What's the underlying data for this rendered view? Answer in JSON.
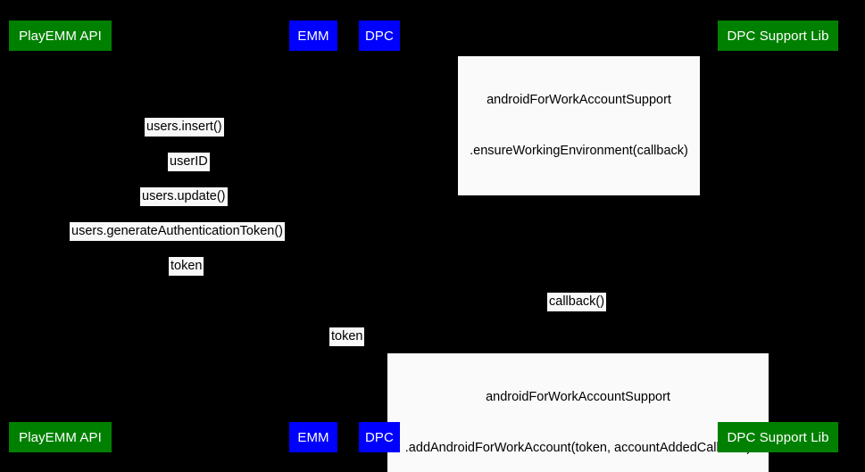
{
  "diagram": {
    "type": "uml-sequence-diagram",
    "background_color": "#000000",
    "label_background_color": "#f8f8f8",
    "label_text_color": "#000000",
    "actor_text_color": "#ffffff",
    "colors": {
      "green": "#008000",
      "blue": "#0000ff"
    }
  },
  "actors_top": [
    {
      "label": "PlayEMM API",
      "color": "green"
    },
    {
      "label": "EMM",
      "color": "blue"
    },
    {
      "label": "DPC",
      "color": "blue"
    },
    {
      "label": "DPC Support Lib",
      "color": "green"
    }
  ],
  "actors_bottom": [
    {
      "label": "PlayEMM API",
      "color": "green"
    },
    {
      "label": "EMM",
      "color": "blue"
    },
    {
      "label": "DPC",
      "color": "blue"
    },
    {
      "label": "DPC Support Lib",
      "color": "green"
    }
  ],
  "messages": [
    {
      "id": "m1",
      "line1": "androidForWorkAccountSupport",
      "line2": ".ensureWorkingEnvironment(callback)"
    },
    {
      "id": "m2",
      "text": "users.insert()"
    },
    {
      "id": "m3",
      "text": "userID"
    },
    {
      "id": "m4",
      "text": "users.update()"
    },
    {
      "id": "m5",
      "text": "users.generateAuthenticationToken()"
    },
    {
      "id": "m6",
      "text": "token"
    },
    {
      "id": "m7",
      "text": "callback()"
    },
    {
      "id": "m8",
      "text": "token"
    },
    {
      "id": "m9",
      "line1": "androidForWorkAccountSupport",
      "line2": ".addAndroidForWorkAccount(token, accountAddedCallback)"
    }
  ]
}
